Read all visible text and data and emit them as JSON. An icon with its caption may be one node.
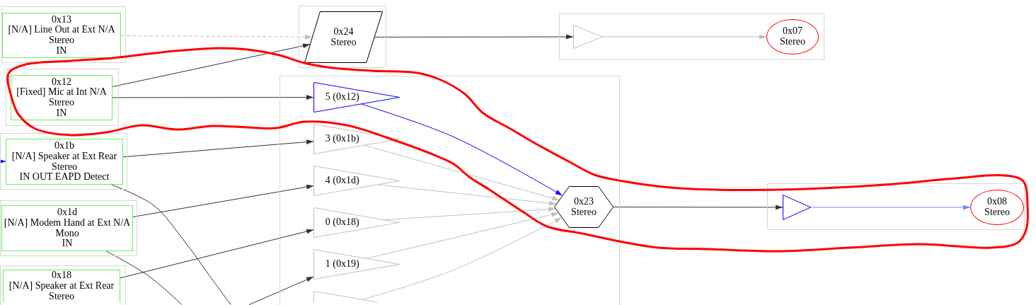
{
  "diagram": {
    "nodes": [
      {
        "text": [],
        "shape": "box"
      },
      {
        "text": [
          "0x13",
          "[N/A] Line Out at Ext N/A",
          "Stereo",
          "IN"
        ],
        "in": 0
      },
      {
        "text": [],
        "shape": "box"
      },
      {
        "text": [
          "0x12",
          "[Fixed] Mic at Int N/A",
          "Stereo",
          "IN"
        ],
        "in": 2
      },
      {
        "text": [],
        "shape": "box"
      },
      {
        "text": [
          "0x1b",
          "[N/A] Speaker at Ext Rear",
          "Stereo",
          "IN OUT EAPD Detect"
        ],
        "in": 4
      },
      {
        "text": [],
        "shape": "box"
      },
      {
        "text": [
          "0x1d",
          "[N/A] Modem Hand at Ext N/A",
          "Mono",
          "IN"
        ],
        "in": 6
      },
      {
        "text": [],
        "shape": "box"
      },
      {
        "text": [
          "0x18",
          "[N/A] Speaker at Ext Rear",
          "Stereo"
        ],
        "in": 8
      },
      {
        "text": [],
        "shape": "box"
      },
      {
        "text": [
          "0x24",
          "Stereo"
        ],
        "in": 10
      },
      {
        "text": [],
        "shape": "box"
      },
      {
        "text": [
          "5 (0x12)"
        ],
        "in": 12
      },
      {
        "text": [
          "3 (0x1b)"
        ],
        "in": 12
      },
      {
        "text": [
          "4 (0x1d)"
        ],
        "in": 12
      },
      {
        "text": [
          "0 (0x18)"
        ],
        "in": 12
      },
      {
        "text": [
          "1 (0x19)"
        ],
        "in": 12
      },
      {
        "text": [],
        "shape": "triangle",
        "in": 12
      },
      {
        "text": [
          "0x23",
          "Stereo"
        ],
        "in": 12
      },
      {
        "text": [],
        "shape": "box"
      },
      {
        "text": [],
        "shape": "triangle",
        "in": 20
      },
      {
        "text": [
          "0x07",
          "Stereo"
        ],
        "in": 20
      },
      {
        "text": [],
        "shape": "box"
      },
      {
        "text": [],
        "shape": "triangle",
        "in": 23
      },
      {
        "text": [
          "0x08",
          "Stereo"
        ],
        "in": 23
      }
    ],
    "edges": [
      {
        "from": 1,
        "to": 11,
        "arrow": "to",
        "style": "dashed",
        "color": "#c0c0c0"
      },
      {
        "from": 3,
        "to": 11,
        "arrow": "to"
      },
      {
        "from": 3,
        "to": 13,
        "arrow": "to"
      },
      {
        "from": null,
        "to": 5,
        "arrow": "to",
        "color": "#0000ff"
      },
      {
        "from": 5,
        "to": 14,
        "arrow": "to"
      },
      {
        "from": 7,
        "to": 15,
        "arrow": "to"
      },
      {
        "from": 9,
        "to": 16,
        "arrow": "to"
      },
      {
        "from": null,
        "to": 17,
        "arrow": "to"
      },
      {
        "from": 5,
        "to": null,
        "arrow": "none"
      },
      {
        "from": 7,
        "to": null,
        "arrow": "none"
      },
      {
        "from": 13,
        "to": 19,
        "arrow": "to",
        "color": "#0000ff"
      },
      {
        "from": 14,
        "to": 19,
        "arrow": "to",
        "color": "#c0c0c0"
      },
      {
        "from": 15,
        "to": 19,
        "arrow": "to",
        "color": "#c0c0c0"
      },
      {
        "from": 16,
        "to": 19,
        "arrow": "to",
        "color": "#c0c0c0"
      },
      {
        "from": 17,
        "to": 19,
        "arrow": "to",
        "color": "#c0c0c0"
      },
      {
        "from": 18,
        "to": 19,
        "arrow": "to",
        "color": "#c0c0c0"
      },
      {
        "from": 19,
        "to": 24,
        "arrow": "to"
      },
      {
        "from": 24,
        "to": 25,
        "arrow": "to",
        "color": "#8080ff"
      },
      {
        "from": 11,
        "to": 21,
        "arrow": "to"
      },
      {
        "from": 21,
        "to": 22,
        "arrow": "to",
        "color": "#c0c0c0"
      }
    ]
  }
}
